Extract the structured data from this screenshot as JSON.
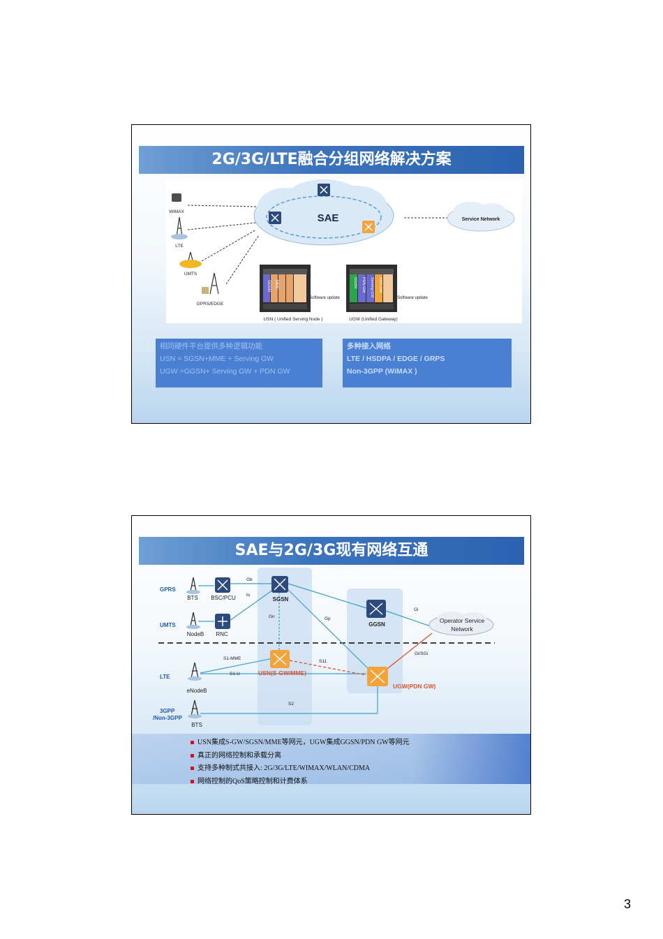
{
  "slide1": {
    "title": "2G/3G/LTE融合分组网络解决方案",
    "cloud_label": "SAE",
    "service_network": "Service Network",
    "access": [
      "WiMAX",
      "LTE",
      "UMTS",
      "GPRS/EDGE"
    ],
    "usn_modules": [
      "SGSN",
      "MME"
    ],
    "ugw_modules": [
      "GGSN",
      "PDN GW",
      "Serving GW",
      "ASN GW"
    ],
    "software_update": "Software update",
    "usn_caption": "USN ( Unified Serving Node )",
    "ugw_caption": "UGW (Unified Gateway)",
    "left_box": {
      "heading": "相同硬件平台提供多种逻辑功能",
      "line1": "USN  = SGSN+MME + Serving GW",
      "line2": "UGW =GGSN+ Serving GW + PDN GW"
    },
    "right_box": {
      "heading": "多种接入网络",
      "line1": "LTE / HSDPA / EDGE / GRPS",
      "line2": "Non-3GPP (WiMAX )"
    }
  },
  "slide2": {
    "title": "SAE与2G/3G现有网络互通",
    "networks": [
      "GPRS",
      "UMTS",
      "LTE",
      "3GPP",
      "/Non-3GPP"
    ],
    "nodes": [
      "BTS",
      "BSC/PCU",
      "NodeB",
      "RNC",
      "eNodeB",
      "BTS",
      "SGSN",
      "GGSN",
      "USN(S-GW/MME)",
      "UGW(PDN GW)"
    ],
    "operator": [
      "Operator Service",
      "Network"
    ],
    "interfaces": [
      "Gb",
      "Iu",
      "Gn",
      "Gp",
      "Gi",
      "Gi/SGi",
      "S1-MME",
      "S1-U",
      "S11",
      "S2"
    ],
    "bullets": [
      "USN集成S-GW/SGSN/MME等网元，UGW集成GGSN/PDN GW等网元",
      "真正的网络控制和承载分离",
      "支持多种制式共接入: 2G/3G/LTE/WIMAX/WLAN/CDMA",
      "网络控制的QoS策略控制和计费体系"
    ]
  },
  "page_number": "3",
  "colors": {
    "title_bar": "#3b73bd",
    "info_box": "#4b7fd2",
    "orange_node": "#f2a33a",
    "orange_link": "#e0532a",
    "link": "#3aa0c8"
  }
}
